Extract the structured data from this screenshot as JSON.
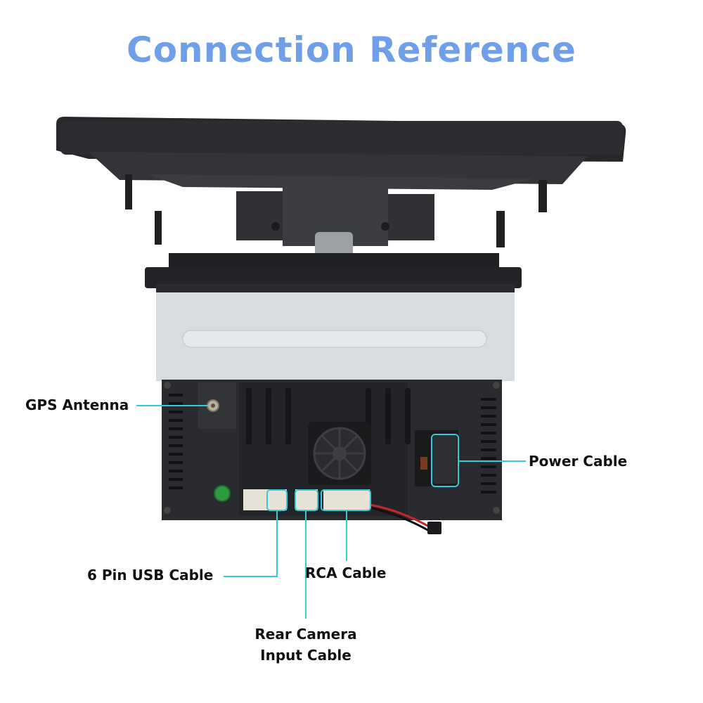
{
  "title": "Connection Reference",
  "colors": {
    "title": "#6f9fe8",
    "callout_line": "#35c9dc",
    "label_text": "#111111",
    "device_black": "#1c1d1f",
    "device_chassis": "#d9dcdf",
    "status_led": "#2e9a43"
  },
  "callouts": {
    "gps_antenna": "GPS Antenna",
    "power_cable": "Power Cable",
    "usb_cable": "6 Pin USB Cable",
    "rca_cable": "RCA Cable",
    "rear_camera_line1": "Rear Camera",
    "rear_camera_line2": "Input Cable"
  },
  "icons": {
    "device": "car-stereo-head-unit-rear",
    "fan": "cooling-fan-icon",
    "connector": "connector-port-icon"
  }
}
